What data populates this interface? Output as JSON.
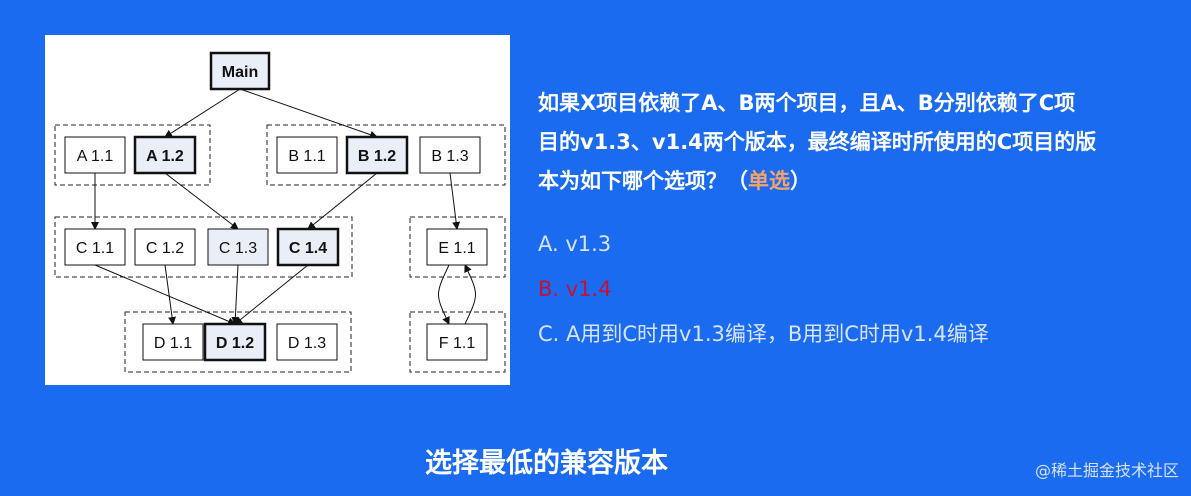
{
  "diagram": {
    "nodes": [
      {
        "id": "main",
        "label": "Main",
        "bold": true,
        "fill": "#e9eef7"
      },
      {
        "id": "a11",
        "label": "A 1.1",
        "bold": false,
        "fill": "#ffffff"
      },
      {
        "id": "a12",
        "label": "A 1.2",
        "bold": true,
        "fill": "#e9eef7"
      },
      {
        "id": "b11",
        "label": "B 1.1",
        "bold": false,
        "fill": "#ffffff"
      },
      {
        "id": "b12",
        "label": "B 1.2",
        "bold": true,
        "fill": "#e9eef7"
      },
      {
        "id": "b13",
        "label": "B 1.3",
        "bold": false,
        "fill": "#ffffff"
      },
      {
        "id": "c11",
        "label": "C 1.1",
        "bold": false,
        "fill": "#ffffff"
      },
      {
        "id": "c12",
        "label": "C 1.2",
        "bold": false,
        "fill": "#ffffff"
      },
      {
        "id": "c13",
        "label": "C 1.3",
        "bold": false,
        "fill": "#e9eef7"
      },
      {
        "id": "c14",
        "label": "C 1.4",
        "bold": true,
        "fill": "#e9eef7"
      },
      {
        "id": "e11",
        "label": "E 1.1",
        "bold": false,
        "fill": "#ffffff"
      },
      {
        "id": "d11",
        "label": "D 1.1",
        "bold": false,
        "fill": "#ffffff"
      },
      {
        "id": "d12",
        "label": "D 1.2",
        "bold": true,
        "fill": "#e9eef7"
      },
      {
        "id": "d13",
        "label": "D 1.3",
        "bold": false,
        "fill": "#ffffff"
      },
      {
        "id": "f11",
        "label": "F 1.1",
        "bold": false,
        "fill": "#ffffff"
      }
    ],
    "edges": [
      {
        "from": "main",
        "to": "a12"
      },
      {
        "from": "main",
        "to": "b12"
      },
      {
        "from": "a11",
        "to": "c11"
      },
      {
        "from": "a12",
        "to": "c13"
      },
      {
        "from": "b12",
        "to": "c14"
      },
      {
        "from": "b13",
        "to": "e11"
      },
      {
        "from": "c11",
        "to": "d12"
      },
      {
        "from": "c12",
        "to": "d11"
      },
      {
        "from": "c13",
        "to": "d12"
      },
      {
        "from": "c14",
        "to": "d12"
      },
      {
        "from": "e11",
        "to": "f11",
        "curve": "left"
      },
      {
        "from": "f11",
        "to": "e11",
        "curve": "right"
      }
    ]
  },
  "question": {
    "lines": [
      "如果X项目依赖了A、B两个项目，且A、B分别依赖了C项",
      "目的v1.3、v1.4两个版本，最终编译时所使用的C项目的版"
    ],
    "line3_prefix": "本为如下哪个选项？（",
    "tag": "单选",
    "line3_suffix": "）"
  },
  "options": [
    {
      "text": "A.  v1.3",
      "correct": false
    },
    {
      "text": "B.  v1.4",
      "correct": true
    },
    {
      "text": "C.  A用到C时用v1.3编译，B用到C时用v1.4编译",
      "correct": false
    }
  ],
  "caption": "选择最低的兼容版本",
  "watermark": "@稀土掘金技术社区",
  "colors": {
    "background": "#1a6bf0",
    "correct_option": "#c8102e",
    "tag": "#f5a36b"
  }
}
